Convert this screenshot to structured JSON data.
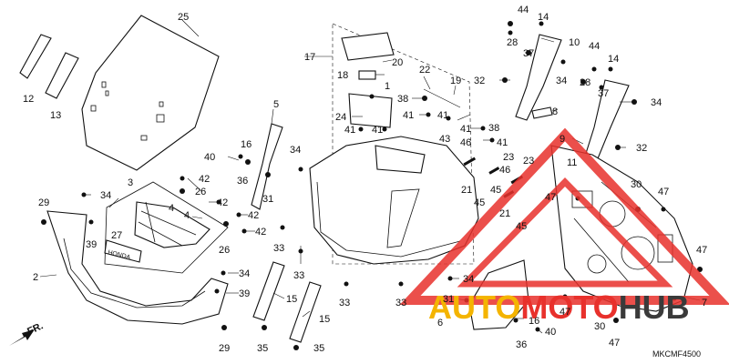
{
  "diagram_code": "MKCMF4500",
  "front_marker": "FR.",
  "watermark": {
    "brand": "AUTOMOTOHUB",
    "part_auto": "AUTO",
    "part_moto": "MOTO",
    "part_hub": "HUB",
    "color_red": "#e8312c",
    "color_yellow": "#f4b400",
    "color_dark": "#3a3a3a"
  },
  "callouts": [
    {
      "id": "c25",
      "label": "25"
    },
    {
      "id": "c12",
      "label": "12"
    },
    {
      "id": "c13",
      "label": "13"
    },
    {
      "id": "c17",
      "label": "17"
    },
    {
      "id": "c20",
      "label": "20"
    },
    {
      "id": "c18",
      "label": "18"
    },
    {
      "id": "c1",
      "label": "1"
    },
    {
      "id": "c22",
      "label": "22"
    },
    {
      "id": "c19",
      "label": "19"
    },
    {
      "id": "c38a",
      "label": "38"
    },
    {
      "id": "c24",
      "label": "24"
    },
    {
      "id": "c41a",
      "label": "41"
    },
    {
      "id": "c41b",
      "label": "41"
    },
    {
      "id": "c41c",
      "label": "41"
    },
    {
      "id": "c41d",
      "label": "41"
    },
    {
      "id": "c41e",
      "label": "41"
    },
    {
      "id": "c43",
      "label": "43"
    },
    {
      "id": "c38b",
      "label": "38"
    },
    {
      "id": "c46a",
      "label": "46"
    },
    {
      "id": "c41f",
      "label": "41"
    },
    {
      "id": "c44a",
      "label": "44"
    },
    {
      "id": "c14a",
      "label": "14"
    },
    {
      "id": "c28a",
      "label": "28"
    },
    {
      "id": "c10",
      "label": "10"
    },
    {
      "id": "c37a",
      "label": "37"
    },
    {
      "id": "c44b",
      "label": "44"
    },
    {
      "id": "c28b",
      "label": "28"
    },
    {
      "id": "c14b",
      "label": "14"
    },
    {
      "id": "c34a",
      "label": "34"
    },
    {
      "id": "c37b",
      "label": "37"
    },
    {
      "id": "c32a",
      "label": "32"
    },
    {
      "id": "c34b",
      "label": "34"
    },
    {
      "id": "c8",
      "label": "8"
    },
    {
      "id": "c9",
      "label": "9"
    },
    {
      "id": "c32b",
      "label": "32"
    },
    {
      "id": "c11",
      "label": "11"
    },
    {
      "id": "c5",
      "label": "5"
    },
    {
      "id": "c40a",
      "label": "40"
    },
    {
      "id": "c16a",
      "label": "16"
    },
    {
      "id": "c36a",
      "label": "36"
    },
    {
      "id": "c31a",
      "label": "31"
    },
    {
      "id": "c34c",
      "label": "34"
    },
    {
      "id": "c3",
      "label": "3"
    },
    {
      "id": "c42a",
      "label": "42"
    },
    {
      "id": "c26a",
      "label": "26"
    },
    {
      "id": "c42b",
      "label": "42"
    },
    {
      "id": "c4a",
      "label": "4"
    },
    {
      "id": "c4b",
      "label": "4"
    },
    {
      "id": "c42c",
      "label": "42"
    },
    {
      "id": "c42d",
      "label": "42"
    },
    {
      "id": "c26b",
      "label": "26"
    },
    {
      "id": "c27",
      "label": "27"
    },
    {
      "id": "c29a",
      "label": "29"
    },
    {
      "id": "c34d",
      "label": "34"
    },
    {
      "id": "c39a",
      "label": "39"
    },
    {
      "id": "c2",
      "label": "2"
    },
    {
      "id": "c34e",
      "label": "34"
    },
    {
      "id": "c39b",
      "label": "39"
    },
    {
      "id": "c29b",
      "label": "29"
    },
    {
      "id": "c33a",
      "label": "33"
    },
    {
      "id": "c33b",
      "label": "33"
    },
    {
      "id": "c33c",
      "label": "33"
    },
    {
      "id": "c33d",
      "label": "33"
    },
    {
      "id": "c15a",
      "label": "15"
    },
    {
      "id": "c15b",
      "label": "15"
    },
    {
      "id": "c35a",
      "label": "35"
    },
    {
      "id": "c35b",
      "label": "35"
    },
    {
      "id": "c23a",
      "label": "23"
    },
    {
      "id": "c46b",
      "label": "46"
    },
    {
      "id": "c23b",
      "label": "23"
    },
    {
      "id": "c21a",
      "label": "21"
    },
    {
      "id": "c45a",
      "label": "45"
    },
    {
      "id": "c45b",
      "label": "45"
    },
    {
      "id": "c21b",
      "label": "21"
    },
    {
      "id": "c45c",
      "label": "45"
    },
    {
      "id": "c47a",
      "label": "47"
    },
    {
      "id": "c30a",
      "label": "30"
    },
    {
      "id": "c47b",
      "label": "47"
    },
    {
      "id": "c47c",
      "label": "47"
    },
    {
      "id": "c7",
      "label": "7"
    },
    {
      "id": "c34f",
      "label": "34"
    },
    {
      "id": "c31b",
      "label": "31"
    },
    {
      "id": "c6",
      "label": "6"
    },
    {
      "id": "c16b",
      "label": "16"
    },
    {
      "id": "c40b",
      "label": "40"
    },
    {
      "id": "c36b",
      "label": "36"
    },
    {
      "id": "c47d",
      "label": "47"
    },
    {
      "id": "c30b",
      "label": "30"
    },
    {
      "id": "c47e",
      "label": "47"
    }
  ]
}
